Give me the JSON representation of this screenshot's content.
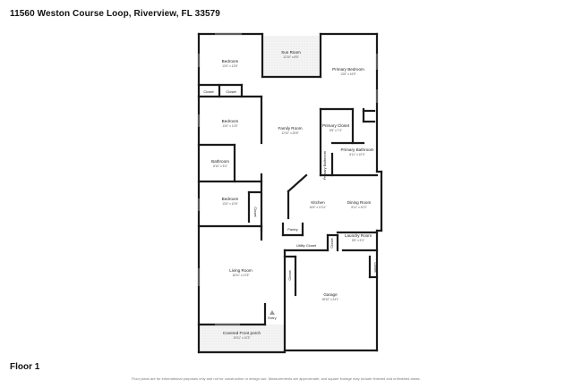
{
  "header": {
    "address": "11560 Weston Course Loop, Riverview, FL 33579"
  },
  "floor_label": "Floor 1",
  "disclaimer": "Floor plans are for informational purposes only and not for construction or design use. Measurements are approximate, and square footage may include finished and unfinished areas.",
  "brand_marks": [
    "",
    "",
    "",
    "",
    ""
  ],
  "rooms": {
    "bedroom1": {
      "name": "Bedroom",
      "dims": "13'4\" x 13'6\""
    },
    "sunroom": {
      "name": "Sun Room",
      "dims": "12'10\" x 8'5\""
    },
    "primary_bedroom": {
      "name": "Primary Bedroom",
      "dims": "13'6\" x 16'5\""
    },
    "closet_a": {
      "name": "Closet"
    },
    "closet_b": {
      "name": "Closet"
    },
    "bedroom2": {
      "name": "Bedroom",
      "dims": "13'4\" x 11'6\""
    },
    "family_room": {
      "name": "Family Room",
      "dims": "12'10\" x 25'8\""
    },
    "primary_closet": {
      "name": "Primary Closet",
      "dims": "8'5\" x 7'4\""
    },
    "primary_bathroom": {
      "name": "Primary Bathroom",
      "dims": "8'11\" x 10'3\""
    },
    "bathroom": {
      "name": "Bathroom",
      "dims": "8'10\" x 5'4\""
    },
    "primary_bath2": {
      "name": "Primary Bathroom"
    },
    "bedroom3": {
      "name": "Bedroom",
      "dims": "13'4\" x 10'6\""
    },
    "closet_c": {
      "name": "Closet"
    },
    "kitchen": {
      "name": "Kitchen",
      "dims": "16'6\" x 12'11\""
    },
    "dining_room": {
      "name": "Dining Room",
      "dims": "8'11\" x 10'3\""
    },
    "pantry": {
      "name": "Pantry"
    },
    "utility_closet": {
      "name": "Utility Closet"
    },
    "closet_d": {
      "name": "Closet"
    },
    "laundry_room": {
      "name": "Laundry Room",
      "dims": "8'5\" x 5'3\""
    },
    "closet_e": {
      "name": "Closet"
    },
    "closet_f": {
      "name": "Closet"
    },
    "living_room": {
      "name": "Living Room",
      "dims": "18'11\" x 21'5\""
    },
    "garage": {
      "name": "Garage",
      "dims": "18'10\" x 24'1\""
    },
    "entry": {
      "name": "Entry"
    },
    "porch": {
      "name": "Covered Front porch",
      "dims": "19'11\" x 10'3\""
    }
  },
  "colors": {
    "wall": "#1a1a1a",
    "hatch": "#cccccc",
    "background": "#ffffff"
  }
}
